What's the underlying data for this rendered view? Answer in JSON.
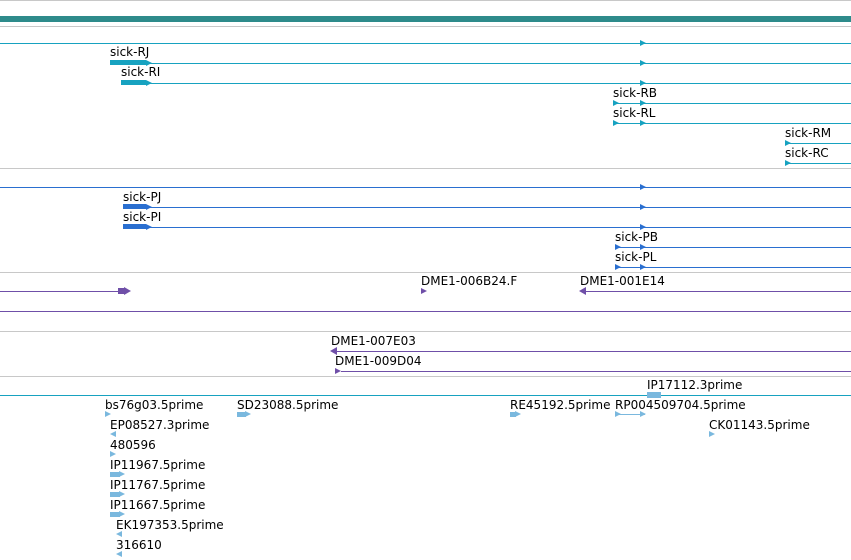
{
  "colors": {
    "gene_band": "#2e8b8b",
    "transcript": "#17a2c0",
    "protein": "#2a6fd0",
    "clone": "#6f4fa8",
    "est": "#7ab8de",
    "separator": "#c8c8c8"
  },
  "transcripts": [
    {
      "label": "sick-RJ"
    },
    {
      "label": "sick-RI"
    },
    {
      "label": "sick-RB"
    },
    {
      "label": "sick-RL"
    },
    {
      "label": "sick-RM"
    },
    {
      "label": "sick-RC"
    }
  ],
  "proteins": [
    {
      "label": "sick-PJ"
    },
    {
      "label": "sick-PI"
    },
    {
      "label": "sick-PB"
    },
    {
      "label": "sick-PL"
    }
  ],
  "clones": [
    {
      "label": "DME1-006B24.F"
    },
    {
      "label": "DME1-001E14"
    },
    {
      "label": "DME1-007E03"
    },
    {
      "label": "DME1-009D04"
    }
  ],
  "ests": [
    {
      "label": "IP17112.3prime"
    },
    {
      "label": "bs76g03.5prime"
    },
    {
      "label": "SD23088.5prime"
    },
    {
      "label": "RE45192.5prime"
    },
    {
      "label": "RP004509704.5prime"
    },
    {
      "label": "EP08527.3prime"
    },
    {
      "label": "CK01143.5prime"
    },
    {
      "label": "480596"
    },
    {
      "label": "IP11967.5prime"
    },
    {
      "label": "IP11767.5prime"
    },
    {
      "label": "IP11667.5prime"
    },
    {
      "label": "EK197353.5prime"
    },
    {
      "label": "316610"
    }
  ]
}
